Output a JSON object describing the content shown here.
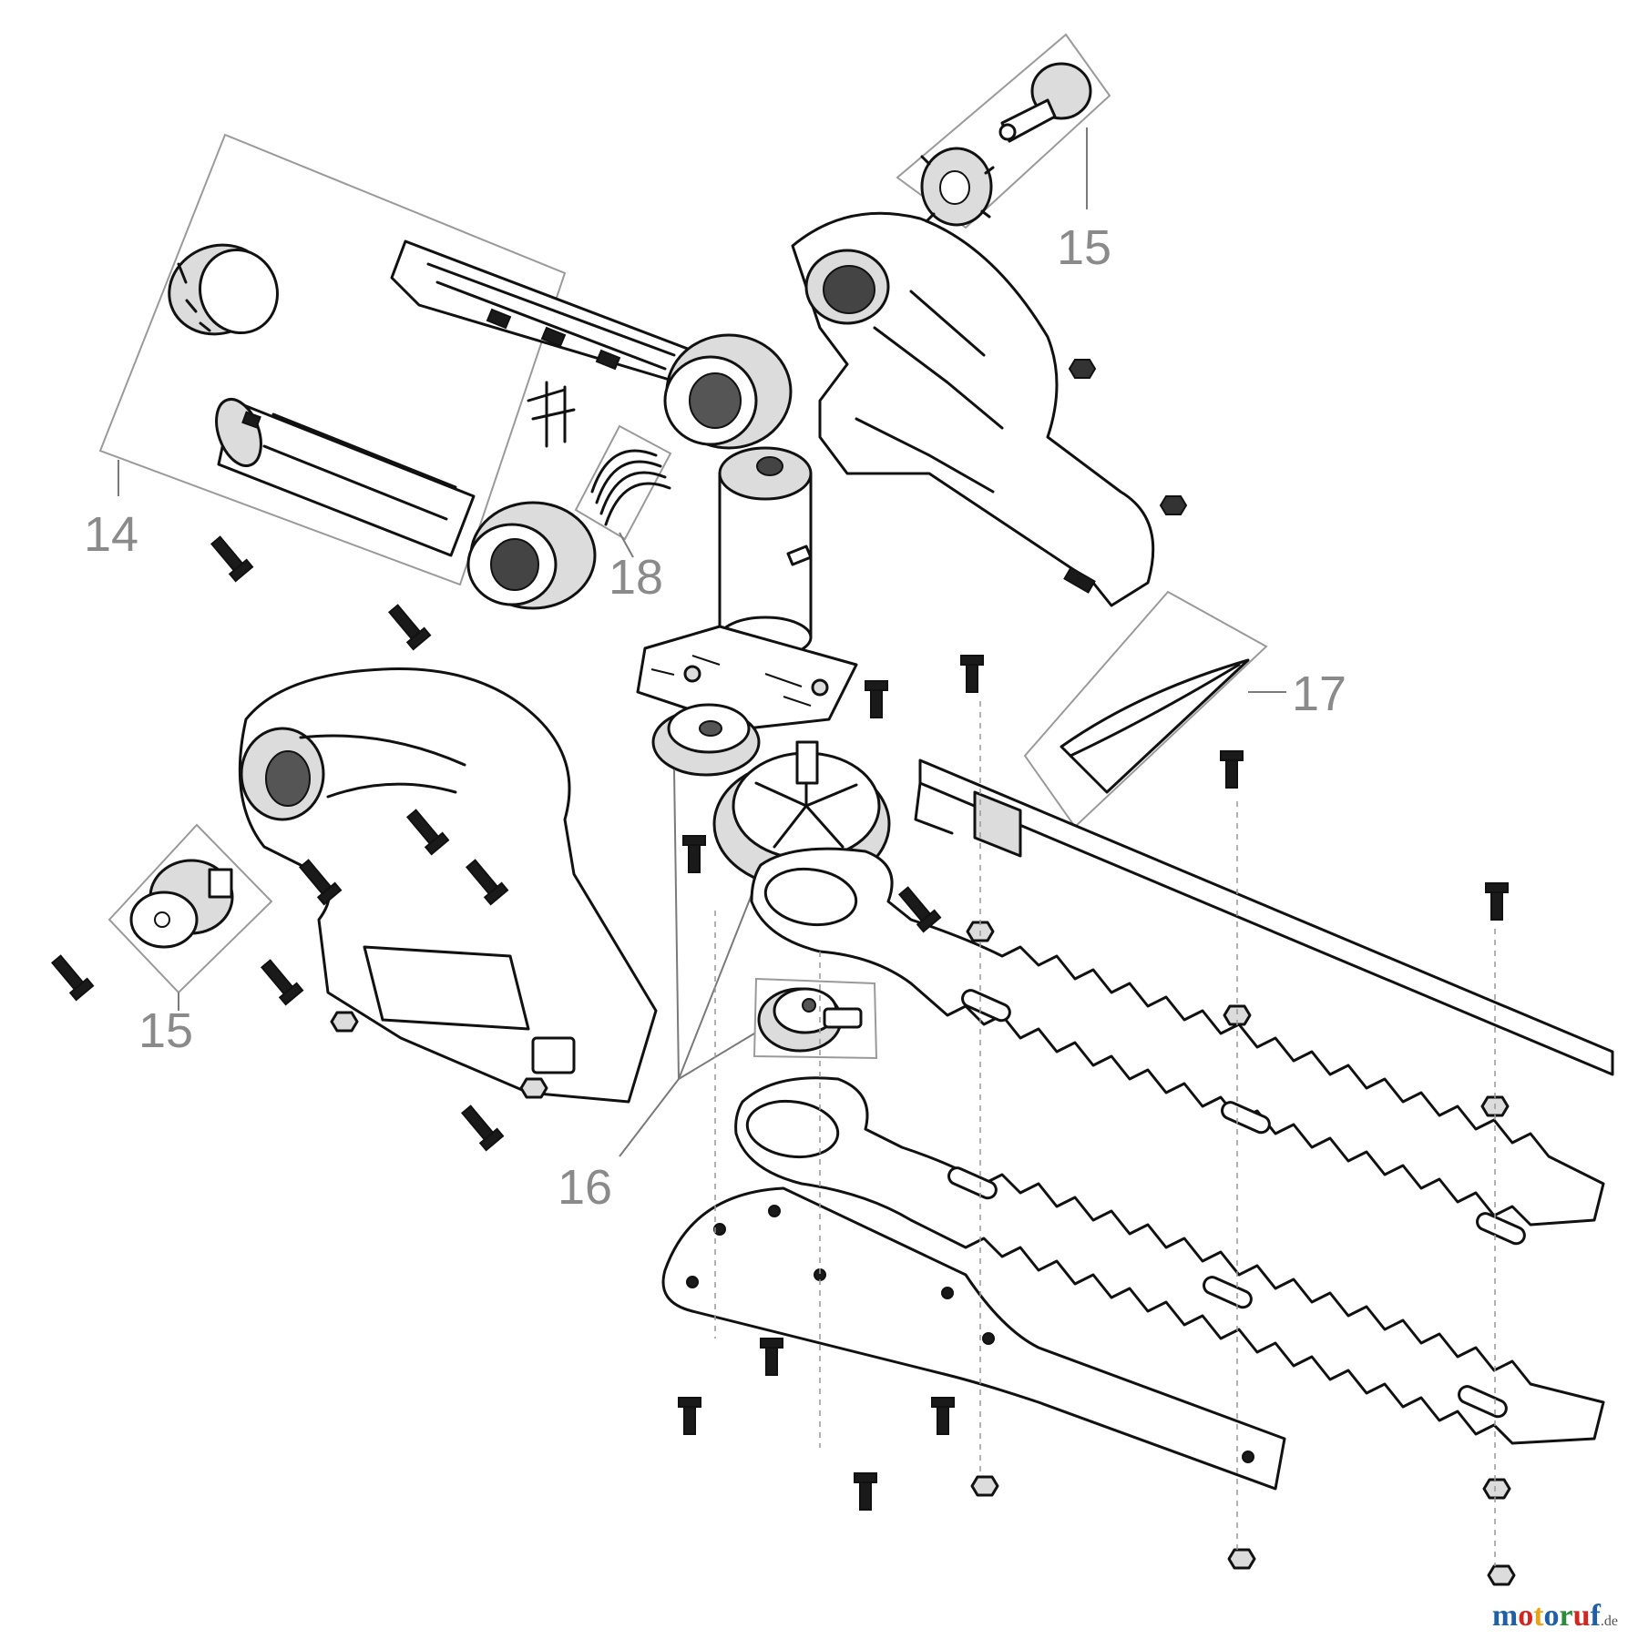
{
  "diagram": {
    "callouts": [
      {
        "id": "c14",
        "label": "14"
      },
      {
        "id": "c15a",
        "label": "15"
      },
      {
        "id": "c15b",
        "label": "15"
      },
      {
        "id": "c16",
        "label": "16"
      },
      {
        "id": "c17",
        "label": "17"
      },
      {
        "id": "c18",
        "label": "18"
      }
    ]
  },
  "watermark": {
    "text_m": "m",
    "text_o1": "o",
    "text_t": "t",
    "text_o2": "o",
    "text_r": "r",
    "text_u": "u",
    "text_f": "f",
    "tld": ".de",
    "colors": [
      "#1f5fa8",
      "#d4251f",
      "#e8a317",
      "#1f5fa8",
      "#2b8c3a",
      "#d4251f",
      "#1f5fa8"
    ]
  }
}
